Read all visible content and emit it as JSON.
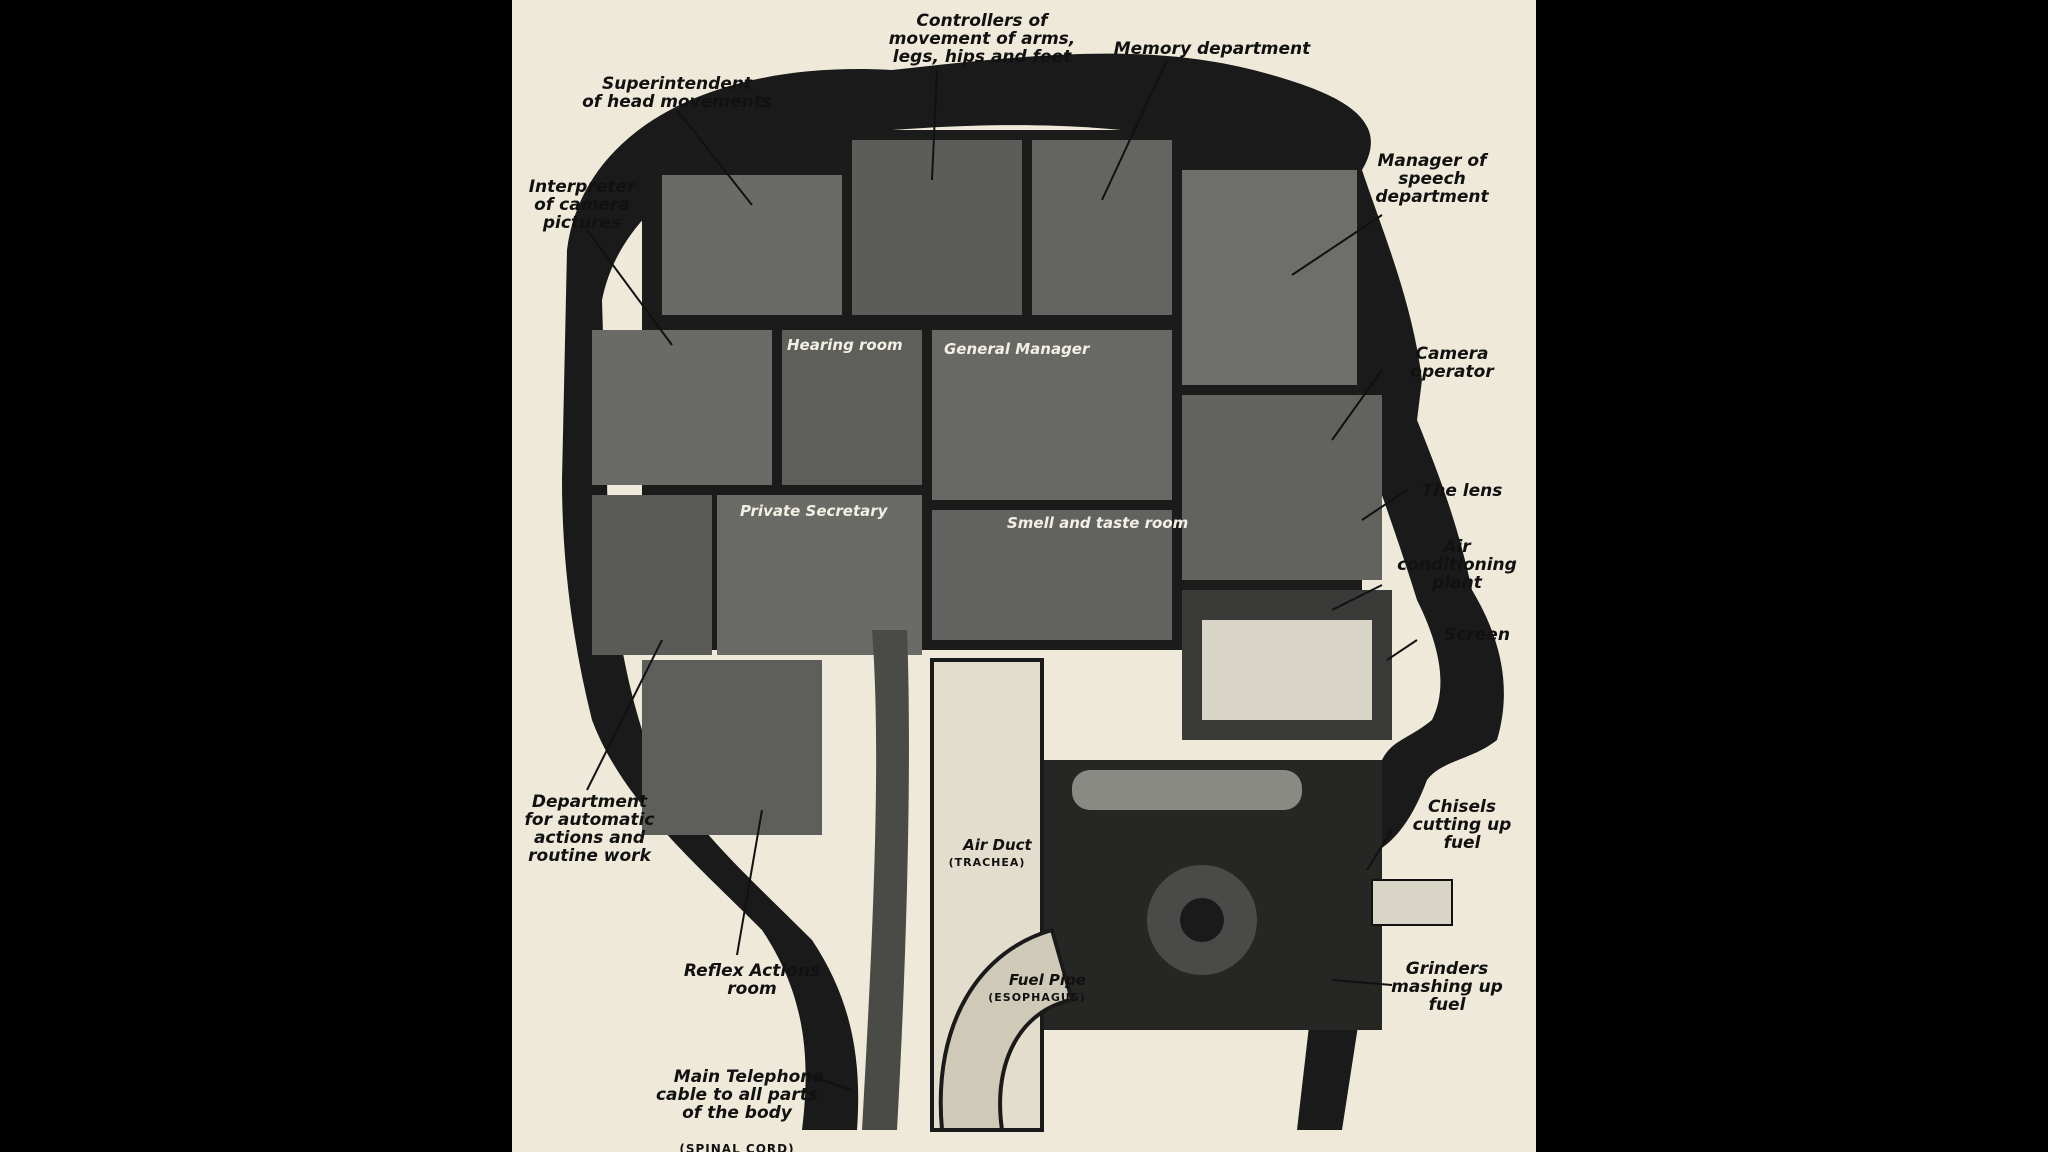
{
  "labels": {
    "controllers": "Controllers of\nmovement of arms,\nlegs, hips and feet",
    "memory": "Memory department",
    "superintendent": "Superintendent\nof head movements",
    "interpreter": "Interpreter\nof camera\npictures",
    "speech_manager": "Manager of\nspeech\ndepartment",
    "camera_operator": "Camera\noperator",
    "lens": "The lens",
    "air_conditioning": "Air\nconditioning\nplant",
    "screen": "Screen",
    "chisels": "Chisels\ncutting up\nfuel",
    "grinders": "Grinders\nmashing up\nfuel",
    "department_auto": "Department\nfor automatic\nactions and\nroutine work",
    "reflex": "Reflex Actions\nroom",
    "telephone": "Main Telephone\ncable to all parts\nof the body",
    "telephone_sub": "(SPINAL CORD)"
  },
  "rooms": {
    "hearing": "Hearing room",
    "general_manager": "General Manager",
    "private_secretary": "Private Secretary",
    "smell_taste": "Smell and taste room"
  },
  "ducts": {
    "air_duct": "Air Duct",
    "air_duct_sub": "(TRACHEA)",
    "fuel_pipe": "Fuel Pipe",
    "fuel_pipe_sub": "(ESOPHAGUS)"
  },
  "colors": {
    "paper": "#eee9d9",
    "ink": "#161616",
    "room_gray": "#5a5a5a",
    "room_light": "#8a8a84"
  }
}
